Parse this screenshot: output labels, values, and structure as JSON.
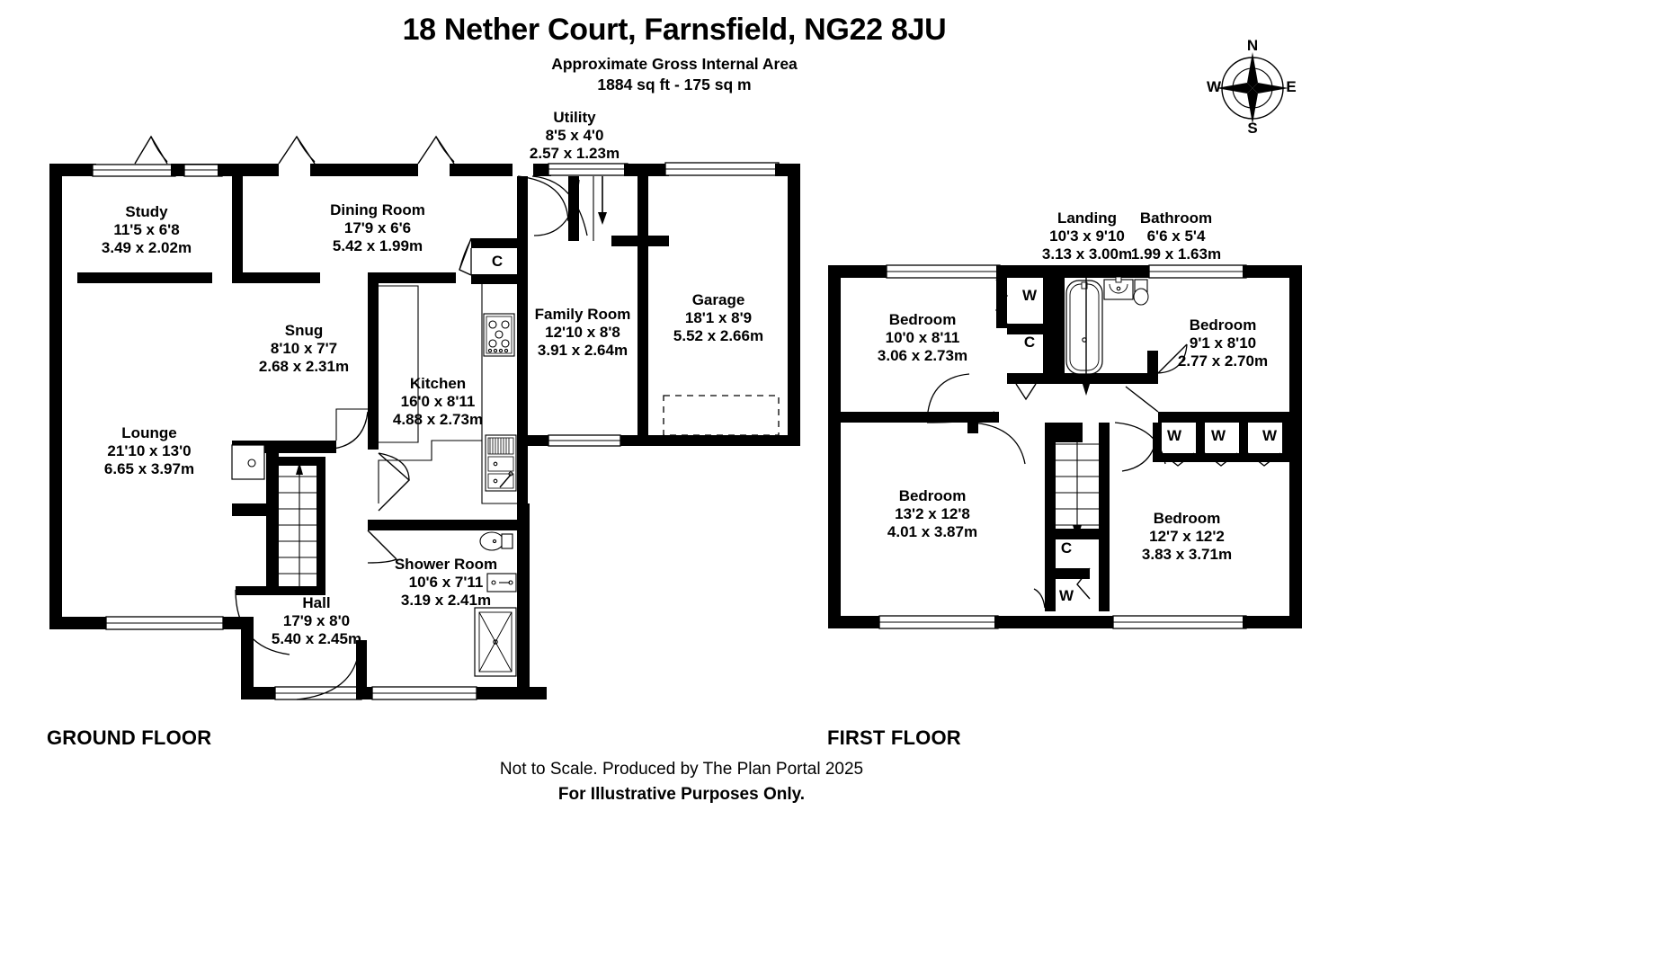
{
  "header": {
    "title": "18 Nether Court, Farnsfield, NG22 8JU",
    "subtitle_line1": "Approximate Gross Internal Area",
    "subtitle_line2": "1884 sq ft - 175 sq m"
  },
  "footer": {
    "line1": "Not to Scale. Produced by The Plan Portal 2025",
    "line2": "For Illustrative Purposes Only."
  },
  "floors": {
    "ground": {
      "caption": "GROUND FLOOR"
    },
    "first": {
      "caption": "FIRST FLOOR"
    }
  },
  "compass": {
    "north": "N",
    "east": "E",
    "south": "S",
    "west": "W"
  },
  "ground_rooms": [
    {
      "name": "Study",
      "imperial": "11'5 x 6'8",
      "metric": "3.49 x 2.02m"
    },
    {
      "name": "Dining Room",
      "imperial": "17'9 x 6'6",
      "metric": "5.42 x 1.99m"
    },
    {
      "name": "Utility",
      "imperial": "8'5 x 4'0",
      "metric": "2.57 x 1.23m"
    },
    {
      "name": "Snug",
      "imperial": "8'10 x 7'7",
      "metric": "2.68 x 2.31m"
    },
    {
      "name": "Kitchen",
      "imperial": "16'0 x 8'11",
      "metric": "4.88 x 2.73m"
    },
    {
      "name": "Family Room",
      "imperial": "12'10 x 8'8",
      "metric": "3.91 x 2.64m"
    },
    {
      "name": "Garage",
      "imperial": "18'1 x 8'9",
      "metric": "5.52 x 2.66m"
    },
    {
      "name": "Lounge",
      "imperial": "21'10 x 13'0",
      "metric": "6.65 x 3.97m"
    },
    {
      "name": "Shower Room",
      "imperial": "10'6 x 7'11",
      "metric": "3.19 x 2.41m"
    },
    {
      "name": "Hall",
      "imperial": "17'9 x 8'0",
      "metric": "5.40 x 2.45m"
    }
  ],
  "first_rooms": [
    {
      "name": "Landing",
      "imperial": "10'3 x 9'10",
      "metric": "3.13 x 3.00m"
    },
    {
      "name": "Bathroom",
      "imperial": "6'6 x 5'4",
      "metric": "1.99 x 1.63m"
    },
    {
      "name": "Bedroom",
      "imperial": "10'0 x 8'11",
      "metric": "3.06 x 2.73m"
    },
    {
      "name": "Bedroom",
      "imperial": "9'1 x 8'10",
      "metric": "2.77 x 2.70m"
    },
    {
      "name": "Bedroom",
      "imperial": "13'2 x 12'8",
      "metric": "4.01 x 3.87m"
    },
    {
      "name": "Bedroom",
      "imperial": "12'7 x 12'2",
      "metric": "3.83 x 3.71m"
    }
  ],
  "tags": {
    "cupboard": "C",
    "wardrobe": "W"
  },
  "colors": {
    "wall": "#000000",
    "background": "#ffffff",
    "text": "#000000"
  }
}
